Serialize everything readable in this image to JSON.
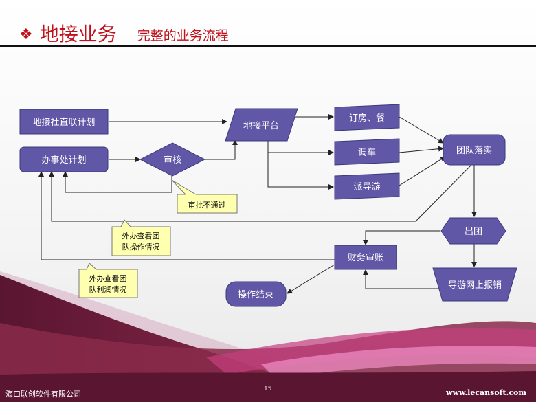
{
  "title": {
    "bullet_icon": "diamond-bullet-icon",
    "main": "地接业务",
    "sub": "完整的业务流程"
  },
  "colors": {
    "title_red": "#c0101a",
    "node_fill": "#6058a6",
    "node_stroke": "#3a3a7c",
    "callout_fill": "#ffffb0",
    "footer_band": "#7a1d3a"
  },
  "nodes": {
    "local_plan": "地接社直联计划",
    "office_plan": "办事处计划",
    "review": "审核",
    "platform": "地接平台",
    "booking": "订房、餐",
    "vehicle": "调车",
    "guide": "派导游",
    "team_ready": "团队落实",
    "depart": "出团",
    "finance": "财务审账",
    "guide_report": "导游网上报销",
    "end": "操作结束"
  },
  "callouts": {
    "rejected": "审批不通过",
    "ops_view_line1": "外办查看团",
    "ops_view_line2": "队操作情况",
    "profit_view_line1": "外办查看团",
    "profit_view_line2": "队利润情况"
  },
  "footer": {
    "company": "海口联创软件有限公司",
    "page_number": "15",
    "website": "www.lecansoft.com"
  }
}
